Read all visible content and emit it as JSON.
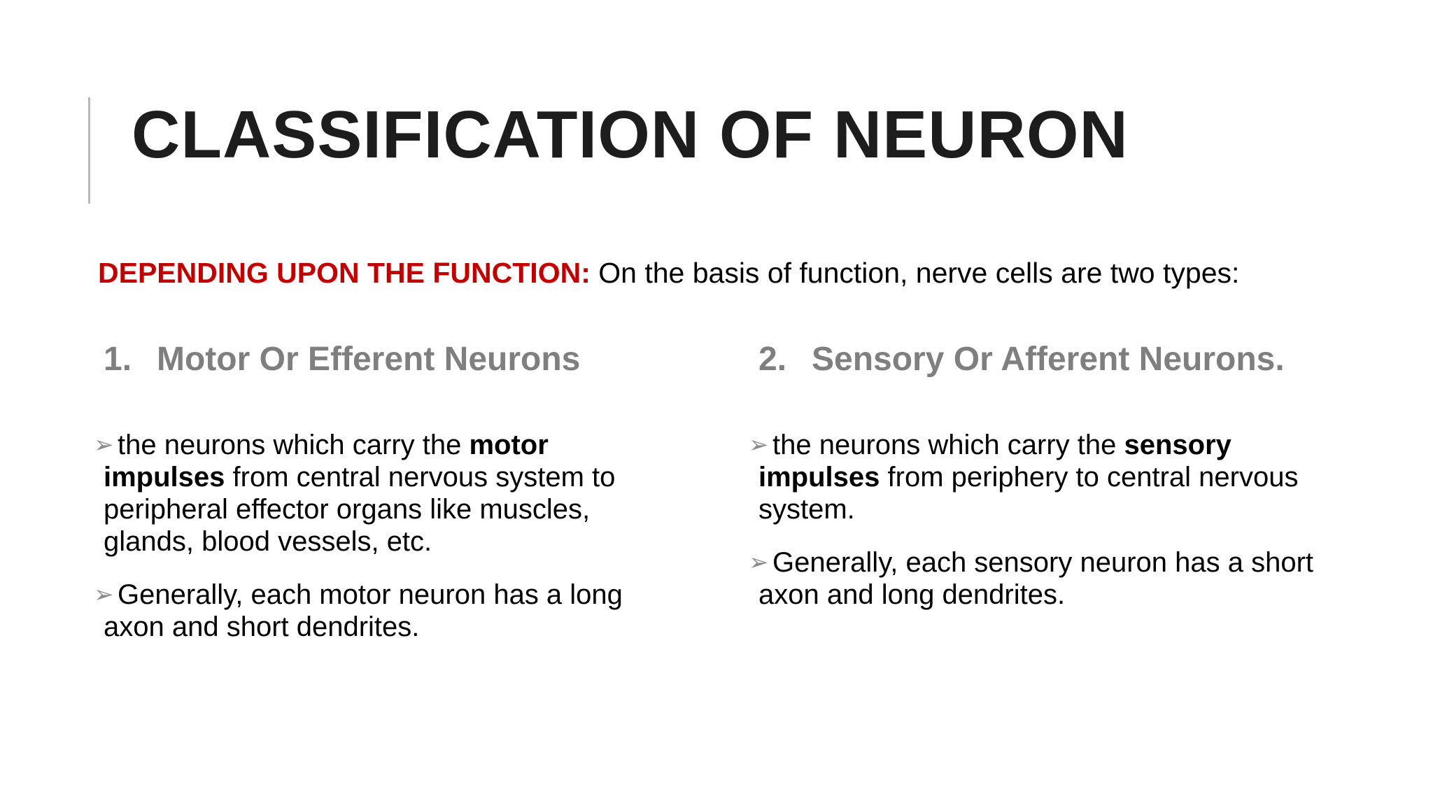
{
  "title": "CLASSIFICATION OF NEURON",
  "intro": {
    "label": "DEPENDING UPON THE FUNCTION:",
    "text": " On the basis of function, nerve cells are two types:"
  },
  "types": [
    {
      "number": "1.",
      "name": "Motor Or Efferent Neurons"
    },
    {
      "number": "2.",
      "name": "Sensory Or Afferent Neurons."
    }
  ],
  "bullet_marker": "➢",
  "left_bullets": [
    {
      "before": "the neurons which carry the ",
      "bold": "motor impulses",
      "after": " from central nervous system to peripheral effector organs like muscles, glands, blood vessels, etc."
    },
    {
      "text": "Generally, each motor neuron has a long axon and short dendrites."
    }
  ],
  "right_bullets": [
    {
      "before": "the neurons which carry the ",
      "bold": "sensory impulses",
      "after": " from periphery to central nervous system."
    },
    {
      "text": "Generally, each sensory neuron has a short axon and long dendrites."
    }
  ]
}
